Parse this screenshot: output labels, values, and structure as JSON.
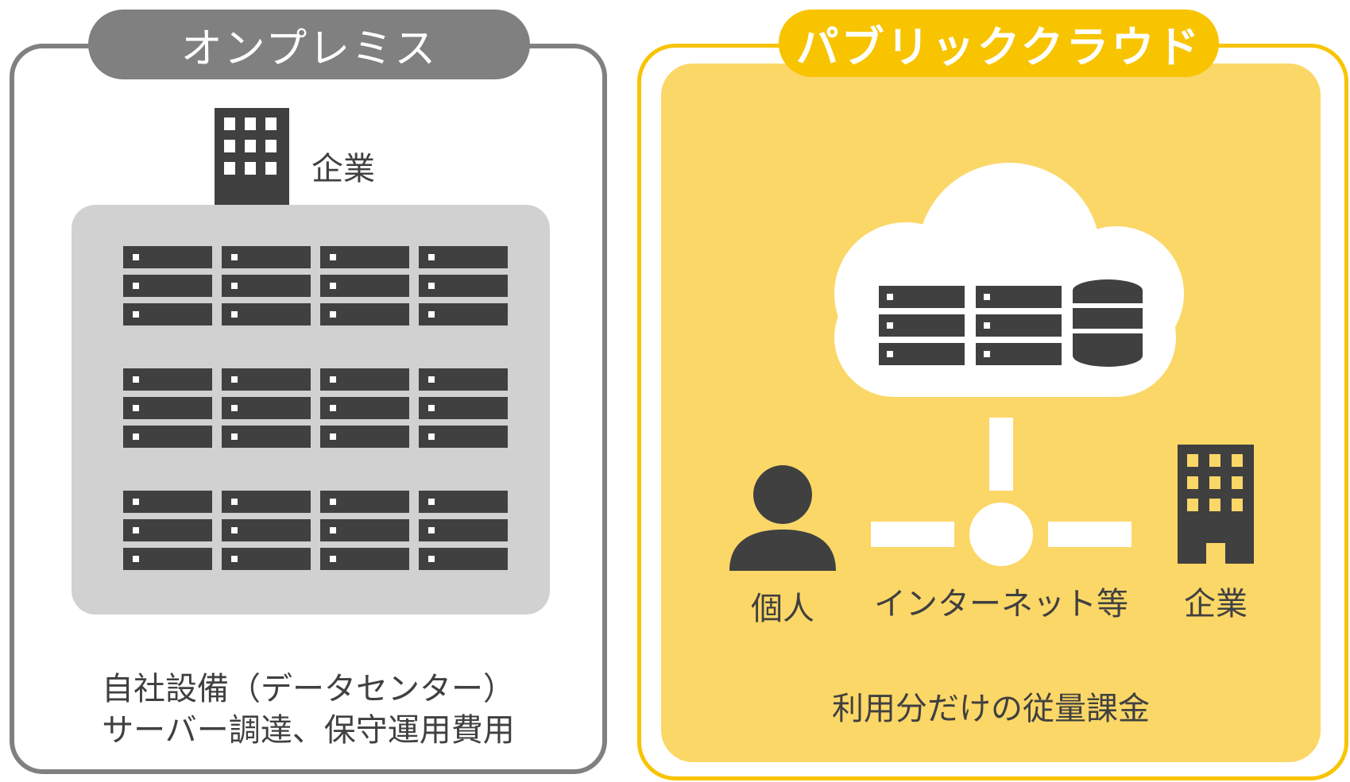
{
  "on_premise": {
    "title": "オンプレミス",
    "building_label": "企業",
    "caption_line1": "自社設備（データセンター）",
    "caption_line2": "サーバー調達、保守運用費用"
  },
  "public_cloud": {
    "title": "パブリッククラウド",
    "person_label": "個人",
    "network_label": "インターネット等",
    "building_label": "企業",
    "caption": "利用分だけの従量課金"
  },
  "colors": {
    "gray": "#808080",
    "dark": "#404040",
    "yellow": "#f8c400",
    "yellow_light": "#fbd767"
  }
}
